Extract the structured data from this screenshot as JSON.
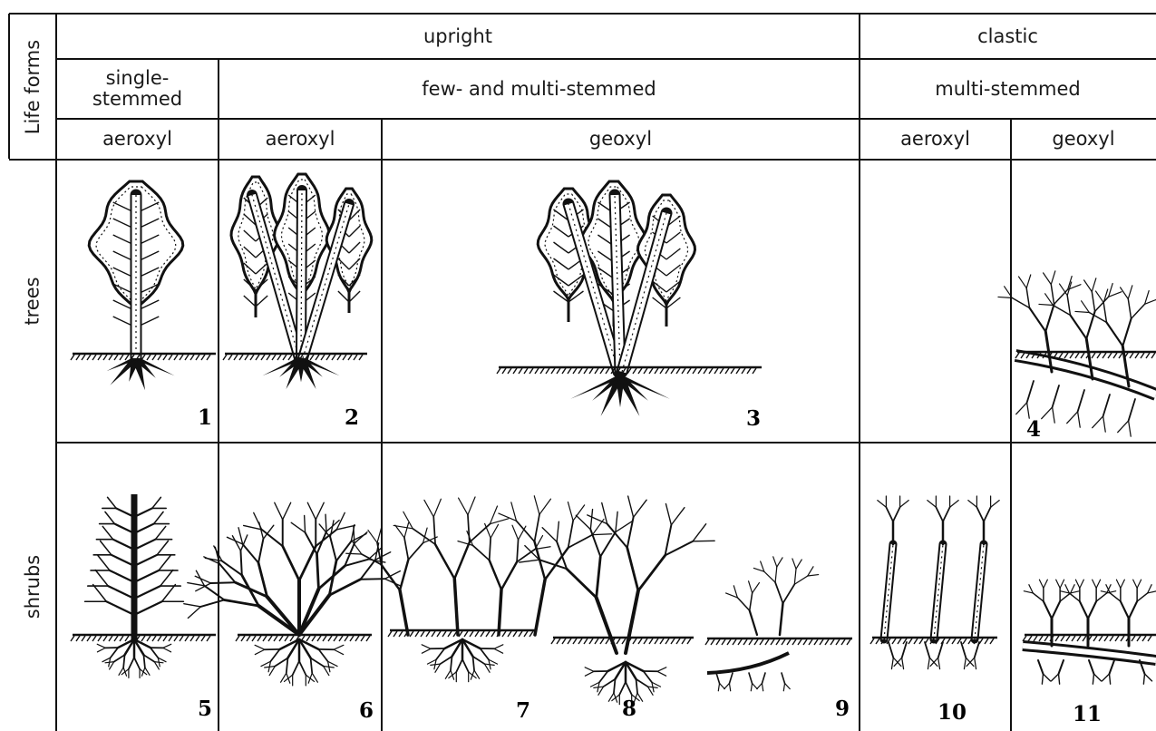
{
  "header": {
    "corner_label": "Life forms",
    "upright": "upright",
    "clastic": "clastic",
    "single_stemmed": "single-\nstemmed",
    "few_multi_stemmed": "few- and multi-stemmed",
    "multi_stemmed": "multi-stemmed",
    "aeroxyl_1": "aeroxyl",
    "aeroxyl_2": "aeroxyl",
    "geoxyl_1": "geoxyl",
    "aeroxyl_3": "aeroxyl",
    "geoxyl_2": "geoxyl"
  },
  "rows": {
    "trees": "trees",
    "shrubs": "shrubs"
  },
  "figures": {
    "n1": "1",
    "n2": "2",
    "n3": "3",
    "n4": "4",
    "n5": "5",
    "n6": "6",
    "n7": "7",
    "n8": "8",
    "n9": "9",
    "n10": "10",
    "n11": "11"
  }
}
